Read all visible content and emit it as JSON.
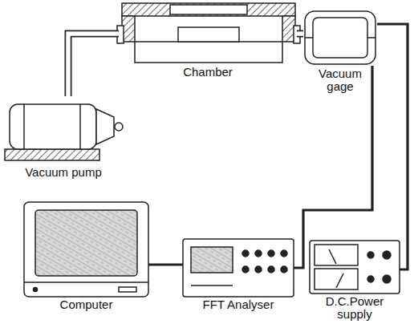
{
  "diagram": {
    "nodes": [
      {
        "text": [
          "Chamber"
        ]
      },
      {
        "text": [
          "Vacuum gage"
        ]
      },
      {
        "text": [
          "Vacuum pump"
        ]
      },
      {
        "text": [
          "Computer"
        ]
      },
      {
        "text": [
          "FFT Analyser"
        ]
      },
      {
        "text": [
          "D.C.Power supply"
        ]
      }
    ],
    "edges": [
      {
        "from": 2,
        "to": 0,
        "arrow": "none"
      },
      {
        "from": 0,
        "to": 1,
        "arrow": "none"
      },
      {
        "from": 1,
        "to": 4,
        "arrow": "none"
      },
      {
        "from": 1,
        "to": 5,
        "arrow": "none"
      },
      {
        "from": 3,
        "to": 4,
        "arrow": "none"
      }
    ]
  }
}
